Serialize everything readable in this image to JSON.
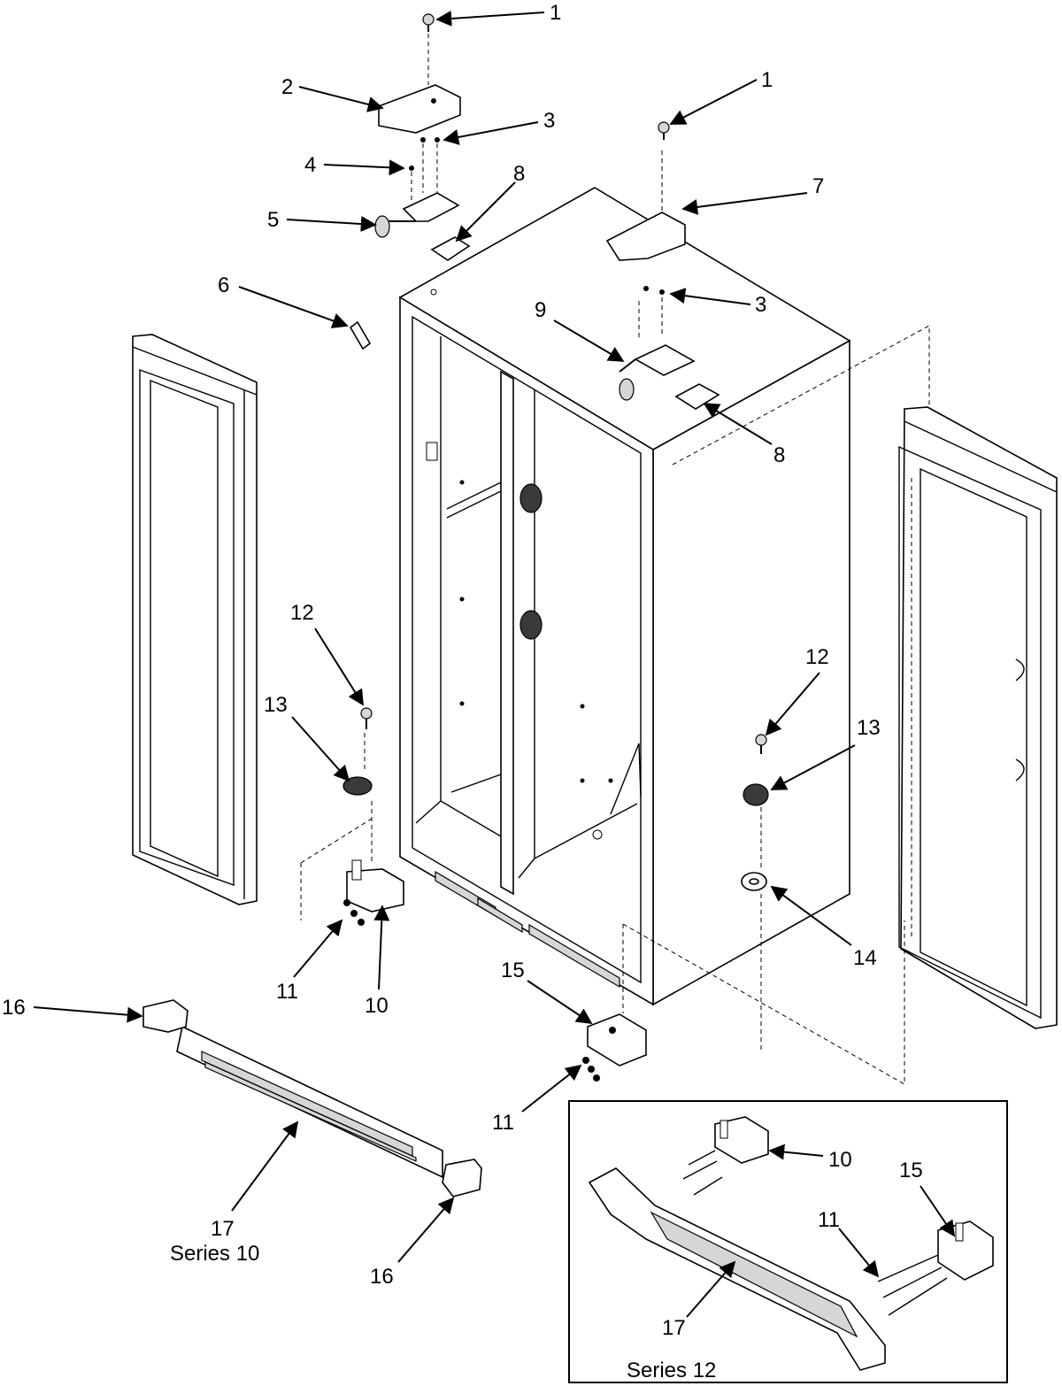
{
  "labels": {
    "p1a": "1",
    "p1b": "1",
    "p2": "2",
    "p3a": "3",
    "p3b": "3",
    "p4": "4",
    "p5": "5",
    "p6": "6",
    "p7": "7",
    "p8a": "8",
    "p8b": "8",
    "p9": "9",
    "p10a": "10",
    "p10b": "10",
    "p11a": "11",
    "p11b": "11",
    "p11c": "11",
    "p12a": "12",
    "p12b": "12",
    "p13a": "13",
    "p13b": "13",
    "p14": "14",
    "p15a": "15",
    "p15b": "15",
    "p16a": "16",
    "p16b": "16",
    "p17a": "17",
    "p17b": "17"
  },
  "series": {
    "series10": "Series 10",
    "series12": "Series 12"
  }
}
